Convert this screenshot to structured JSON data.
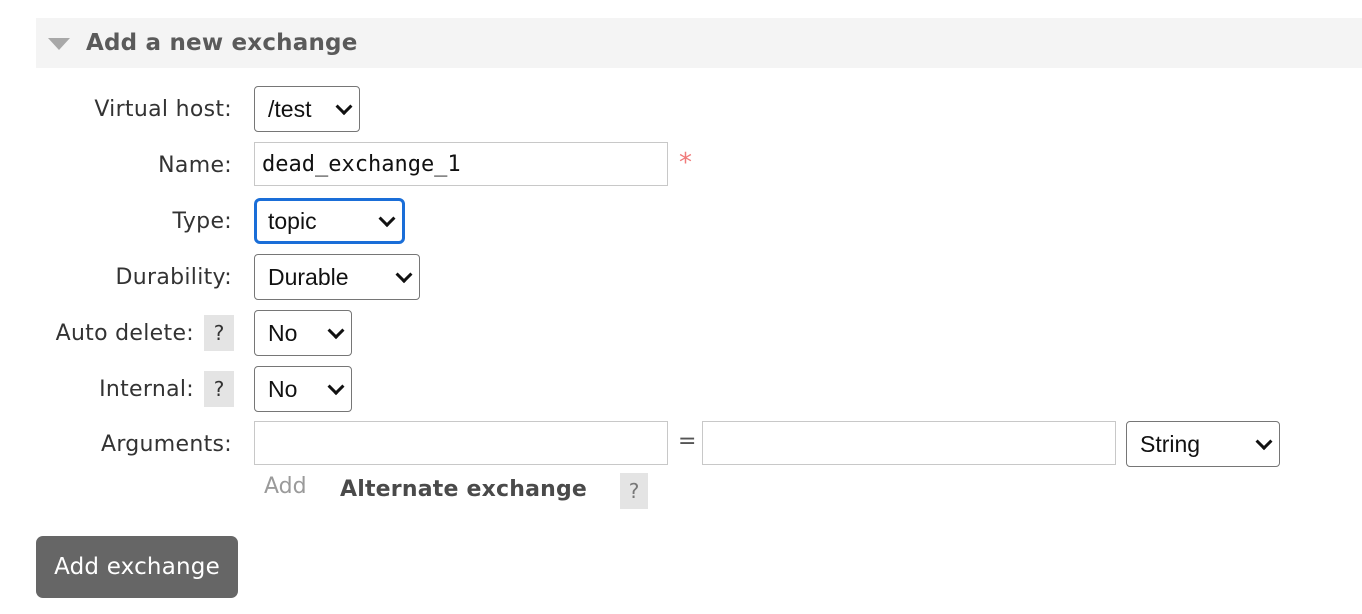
{
  "section": {
    "title": "Add a new exchange"
  },
  "form": {
    "virtual_host": {
      "label": "Virtual host:",
      "value": "/test"
    },
    "name": {
      "label": "Name:",
      "value": "dead_exchange_1",
      "required_mark": "*"
    },
    "type": {
      "label": "Type:",
      "value": "topic"
    },
    "durability": {
      "label": "Durability:",
      "value": "Durable"
    },
    "auto_delete": {
      "label": "Auto delete:",
      "help": "?",
      "value": "No"
    },
    "internal": {
      "label": "Internal:",
      "help": "?",
      "value": "No"
    },
    "arguments": {
      "label": "Arguments:",
      "key_value": "",
      "equals": "=",
      "value_value": "",
      "type_value": "String"
    },
    "add_link": "Add",
    "alternate_exchange": {
      "label": "Alternate exchange",
      "help": "?"
    }
  },
  "submit_label": "Add exchange",
  "colors": {
    "header_bg": "#f4f4f4",
    "focus_border": "#1a6ed8",
    "required": "#f07a7a",
    "button_bg": "#666666"
  }
}
